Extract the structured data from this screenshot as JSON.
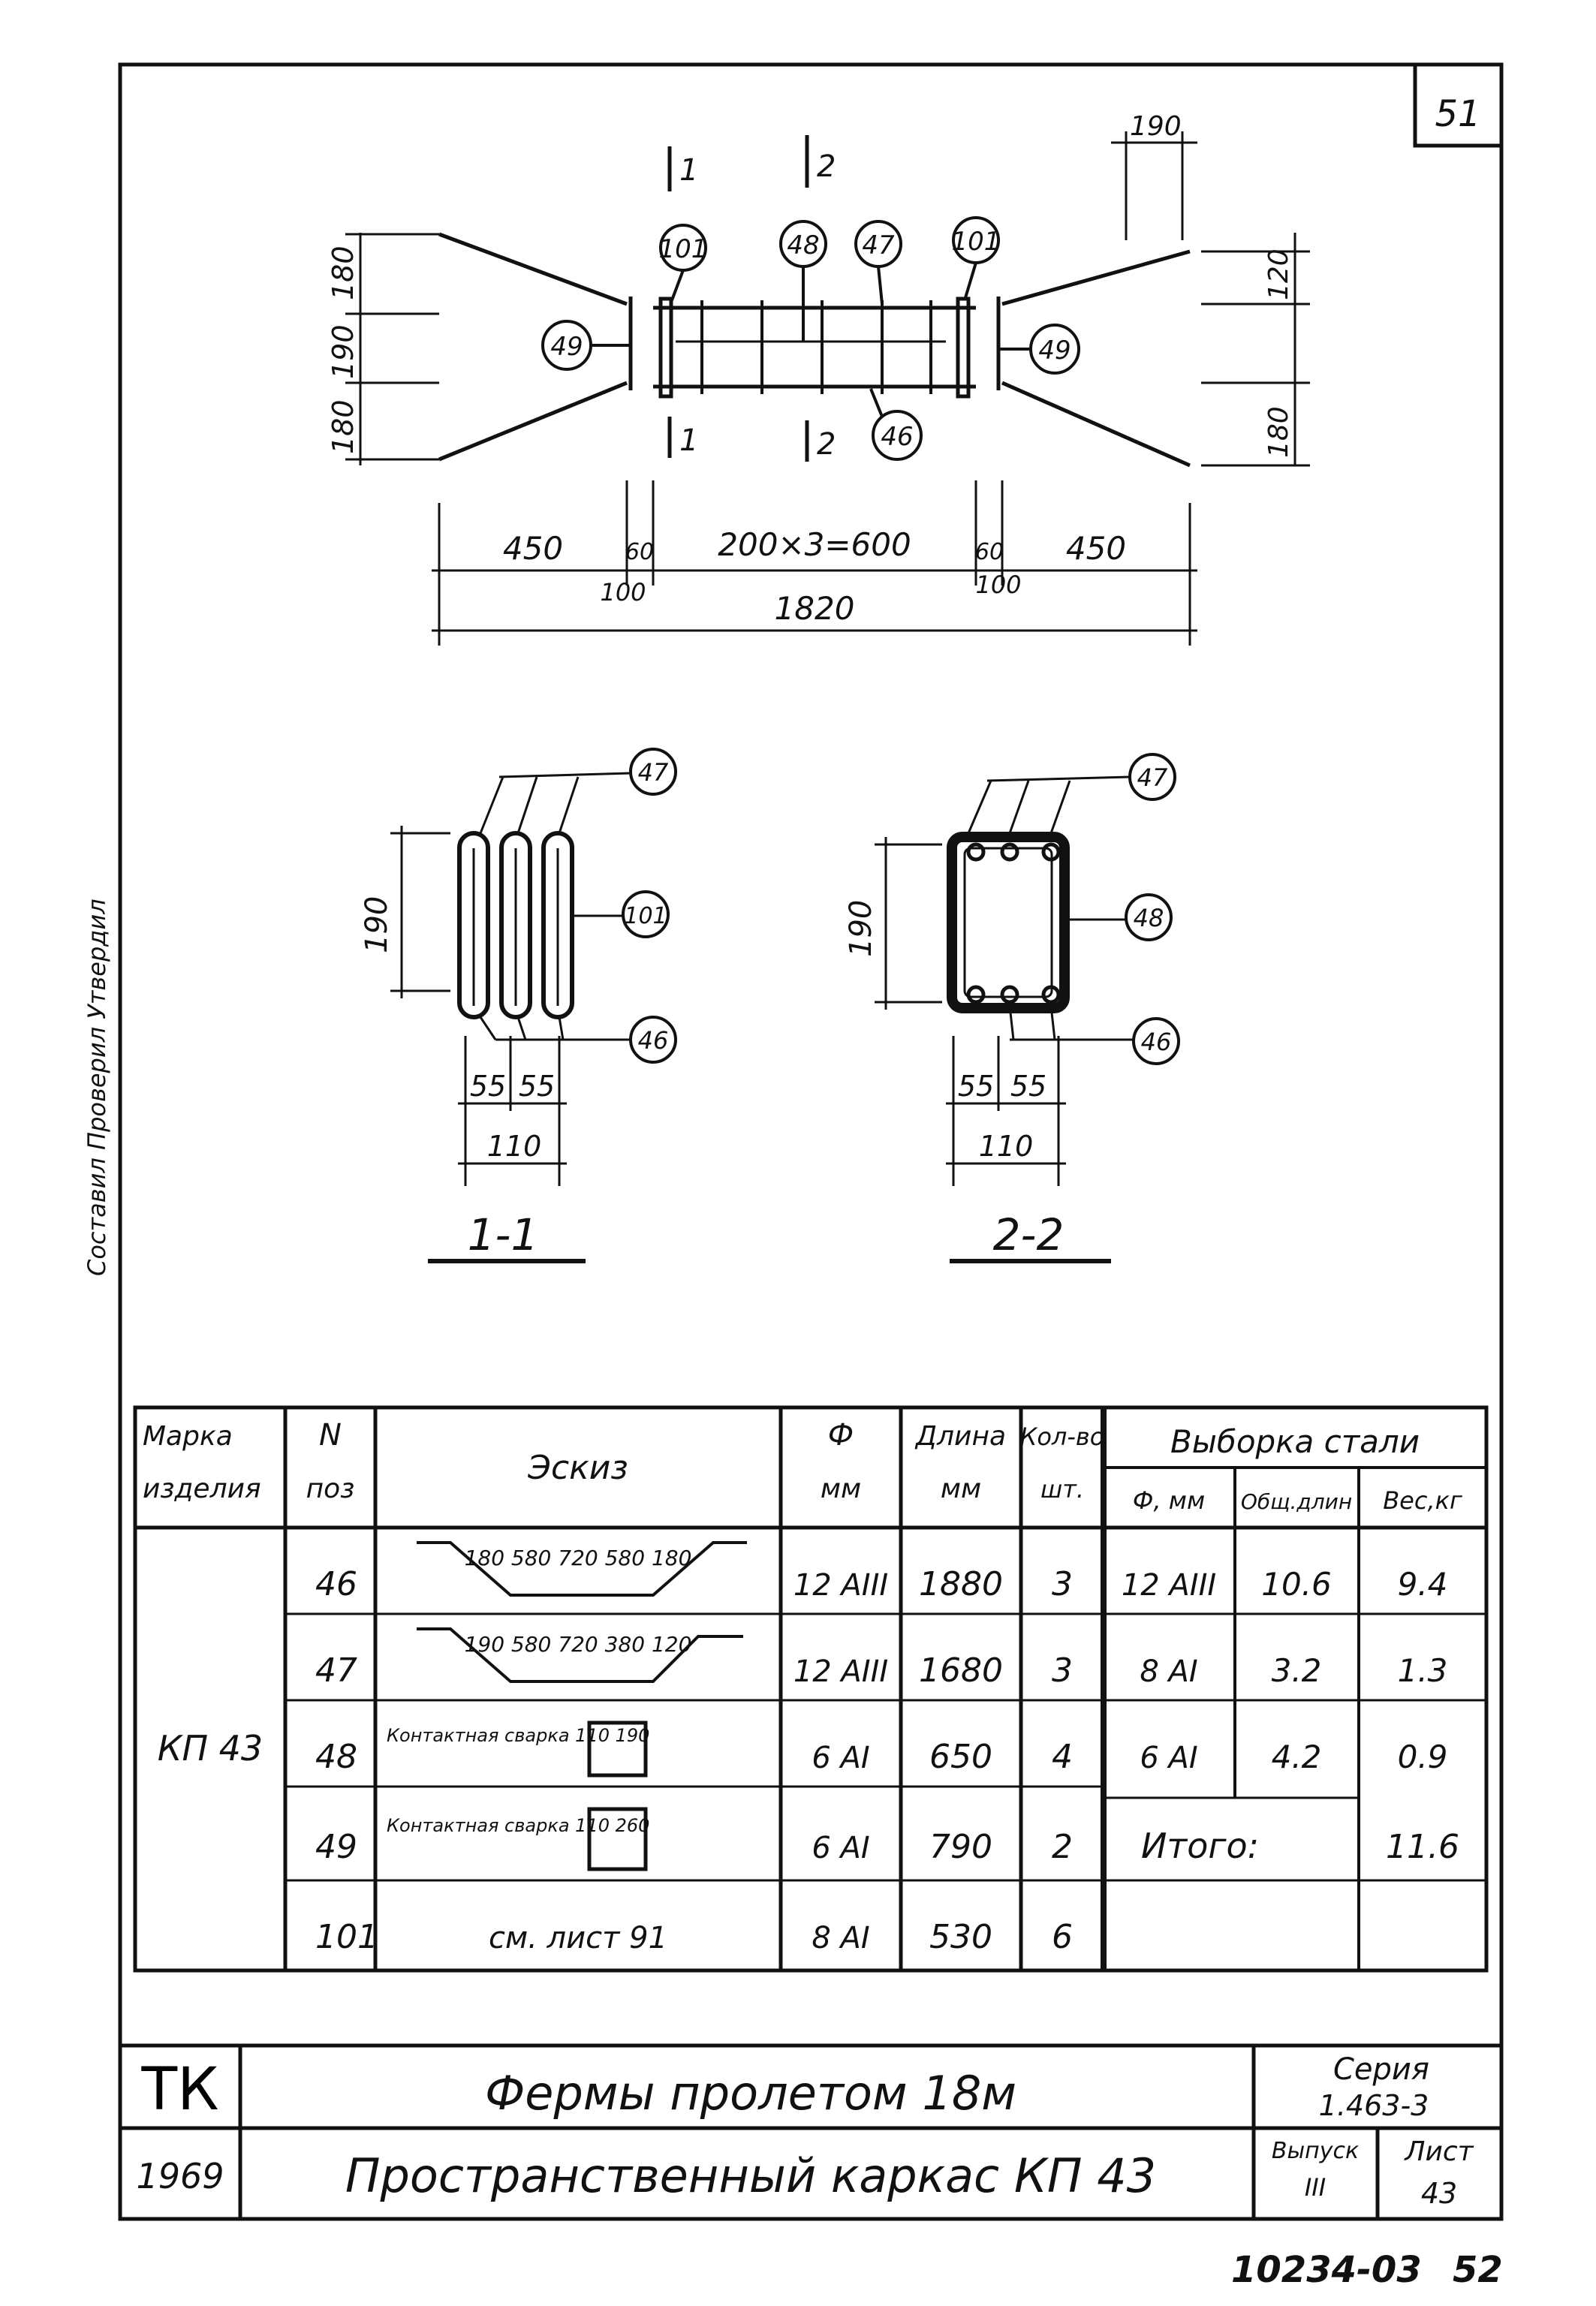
{
  "page_number": "51",
  "plan": {
    "sections": [
      "1",
      "2"
    ],
    "callouts": [
      "101",
      "48",
      "47",
      "101",
      "49",
      "49",
      "46"
    ],
    "dims_left": [
      "180",
      "190",
      "180"
    ],
    "dims_right": [
      "190",
      "120",
      "180"
    ],
    "dims_bottom": [
      "450",
      "60",
      "200×3=600",
      "60",
      "450",
      "100",
      "100",
      "1820"
    ]
  },
  "section_1_1": {
    "label": "1-1",
    "height": "190",
    "callouts": [
      "47",
      "101",
      "46"
    ],
    "dims": [
      "55",
      "55",
      "110"
    ]
  },
  "section_2_2": {
    "label": "2-2",
    "height": "190",
    "callouts": [
      "47",
      "48",
      "46"
    ],
    "dims": [
      "55",
      "55",
      "110"
    ]
  },
  "table": {
    "headers": {
      "mark": "Марка изделия",
      "pos": "N поз",
      "sketch": "Эскиз",
      "dia": "Ф мм",
      "length": "Длина мм",
      "qty": "Кол-во шт.",
      "steel": "Выборка стали",
      "steel_dia": "Ф, мм",
      "steel_total": "Общ.длин",
      "steel_weight": "Вес,кг"
    },
    "mark": "КП 43",
    "rows": [
      {
        "pos": "46",
        "sketch": "180 580 720 580 180",
        "dia": "12 AIII",
        "length": "1880",
        "qty": "3"
      },
      {
        "pos": "47",
        "sketch": "190 580 720 380 120",
        "dia": "12 AIII",
        "length": "1680",
        "qty": "3"
      },
      {
        "pos": "48",
        "sketch": "Контактная сварка 110 190",
        "dia": "6 AI",
        "length": "650",
        "qty": "4"
      },
      {
        "pos": "49",
        "sketch": "Контактная сварка 110 260",
        "dia": "6 AI",
        "length": "790",
        "qty": "2"
      },
      {
        "pos": "101",
        "sketch": "см. лист 91",
        "dia": "8 AI",
        "length": "530",
        "qty": "6"
      }
    ],
    "steel_rows": [
      {
        "dia": "12 AIII",
        "total": "10.6",
        "weight": "9.4"
      },
      {
        "dia": "8 AI",
        "total": "3.2",
        "weight": "1.3"
      },
      {
        "dia": "6 AI",
        "total": "4.2",
        "weight": "0.9"
      }
    ],
    "total_label": "Итого:",
    "total_weight": "11.6"
  },
  "title_block": {
    "org": "ТК",
    "year": "1969",
    "title_1": "Фермы пролетом 18м",
    "title_2": "Пространственный каркас КП 43",
    "series_label": "Серия",
    "series": "1.463-3",
    "issue_label": "Выпуск",
    "issue": "III",
    "sheet_label": "Лист",
    "sheet": "43"
  },
  "side_stamp": "Составил  Проверил  Утвердил",
  "footer_code": "10234-03",
  "footer_page": "52"
}
